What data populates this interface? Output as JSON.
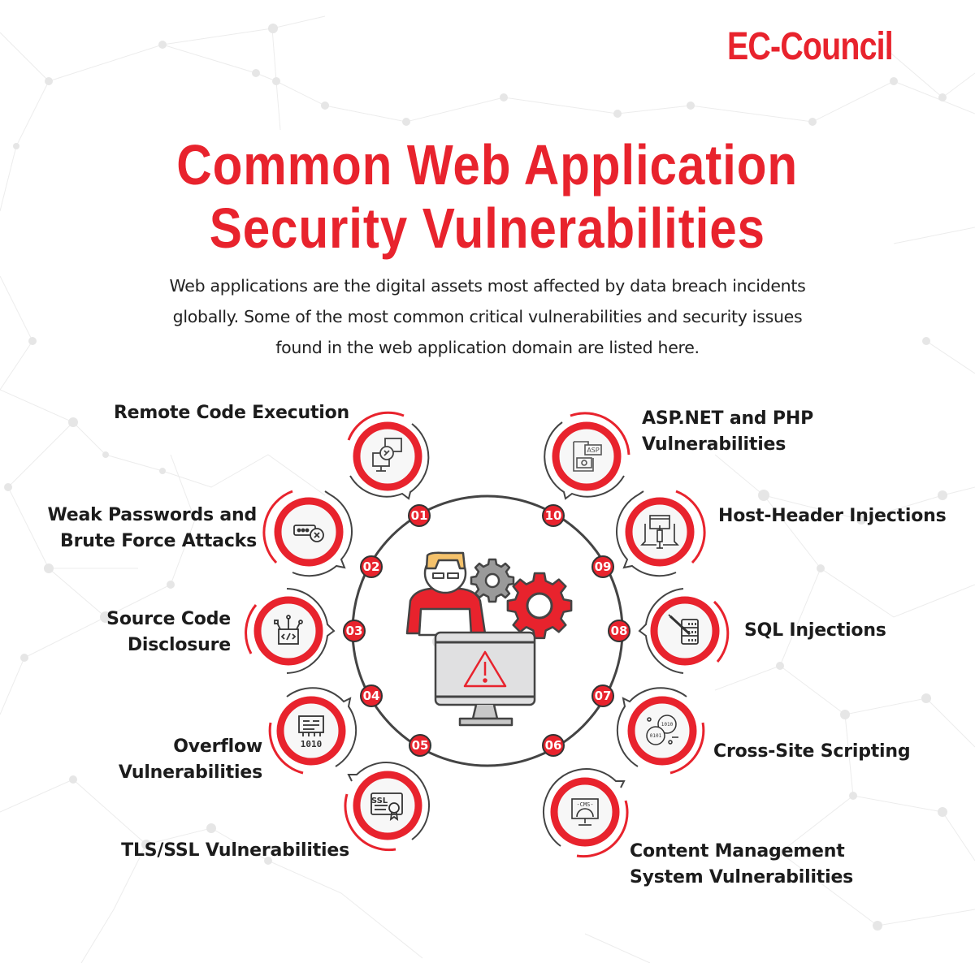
{
  "brand": {
    "logo_text": "EC-Council",
    "color": "#e8232d"
  },
  "header": {
    "title_line1": "Common Web Application",
    "title_line2": "Security Vulnerabilities",
    "subtitle_lines": [
      "Web applications are the digital assets most affected by data breach incidents",
      "globally. Some of the most common critical vulnerabilities and security issues",
      "found in the web application domain are listed here."
    ]
  },
  "colors": {
    "accent": "#e8232d",
    "dark": "#3a3a3a",
    "text": "#1c1c1c"
  },
  "center_illustration": {
    "icons": [
      "person-icon",
      "gear-icon",
      "gear-icon",
      "monitor-icon",
      "warning-icon"
    ]
  },
  "items": [
    {
      "number": "01",
      "label_line1": "Remote Code Execution",
      "label_line2": "",
      "icon": "remote-desktop-icon"
    },
    {
      "number": "02",
      "label_line1": "Weak Passwords and",
      "label_line2": "Brute Force Attacks",
      "icon": "password-error-icon"
    },
    {
      "number": "03",
      "label_line1": "Source Code",
      "label_line2": "Disclosure",
      "icon": "source-code-icon"
    },
    {
      "number": "04",
      "label_line1": "Overflow",
      "label_line2": "Vulnerabilities",
      "icon": "binary-overflow-icon"
    },
    {
      "number": "05",
      "label_line1": "TLS/SSL Vulnerabilities",
      "label_line2": "",
      "icon": "ssl-certificate-icon"
    },
    {
      "number": "06",
      "label_line1": "Content Management",
      "label_line2": "System Vulnerabilities",
      "icon": "cms-monitor-icon"
    },
    {
      "number": "07",
      "label_line1": "Cross-Site Scripting",
      "label_line2": "",
      "icon": "binary-chat-icon"
    },
    {
      "number": "08",
      "label_line1": "SQL Injections",
      "label_line2": "",
      "icon": "database-injection-icon"
    },
    {
      "number": "09",
      "label_line1": "Host-Header Injections",
      "label_line2": "",
      "icon": "syringe-laptop-icon"
    },
    {
      "number": "10",
      "label_line1": "ASP.NET and PHP",
      "label_line2": "Vulnerabilities",
      "icon": "asp-file-icon"
    }
  ],
  "icon_texts": {
    "asp": "ASP",
    "ssl": "SSL",
    "cms": "-CMS-",
    "binary": "1010",
    "binary2": "0101"
  }
}
